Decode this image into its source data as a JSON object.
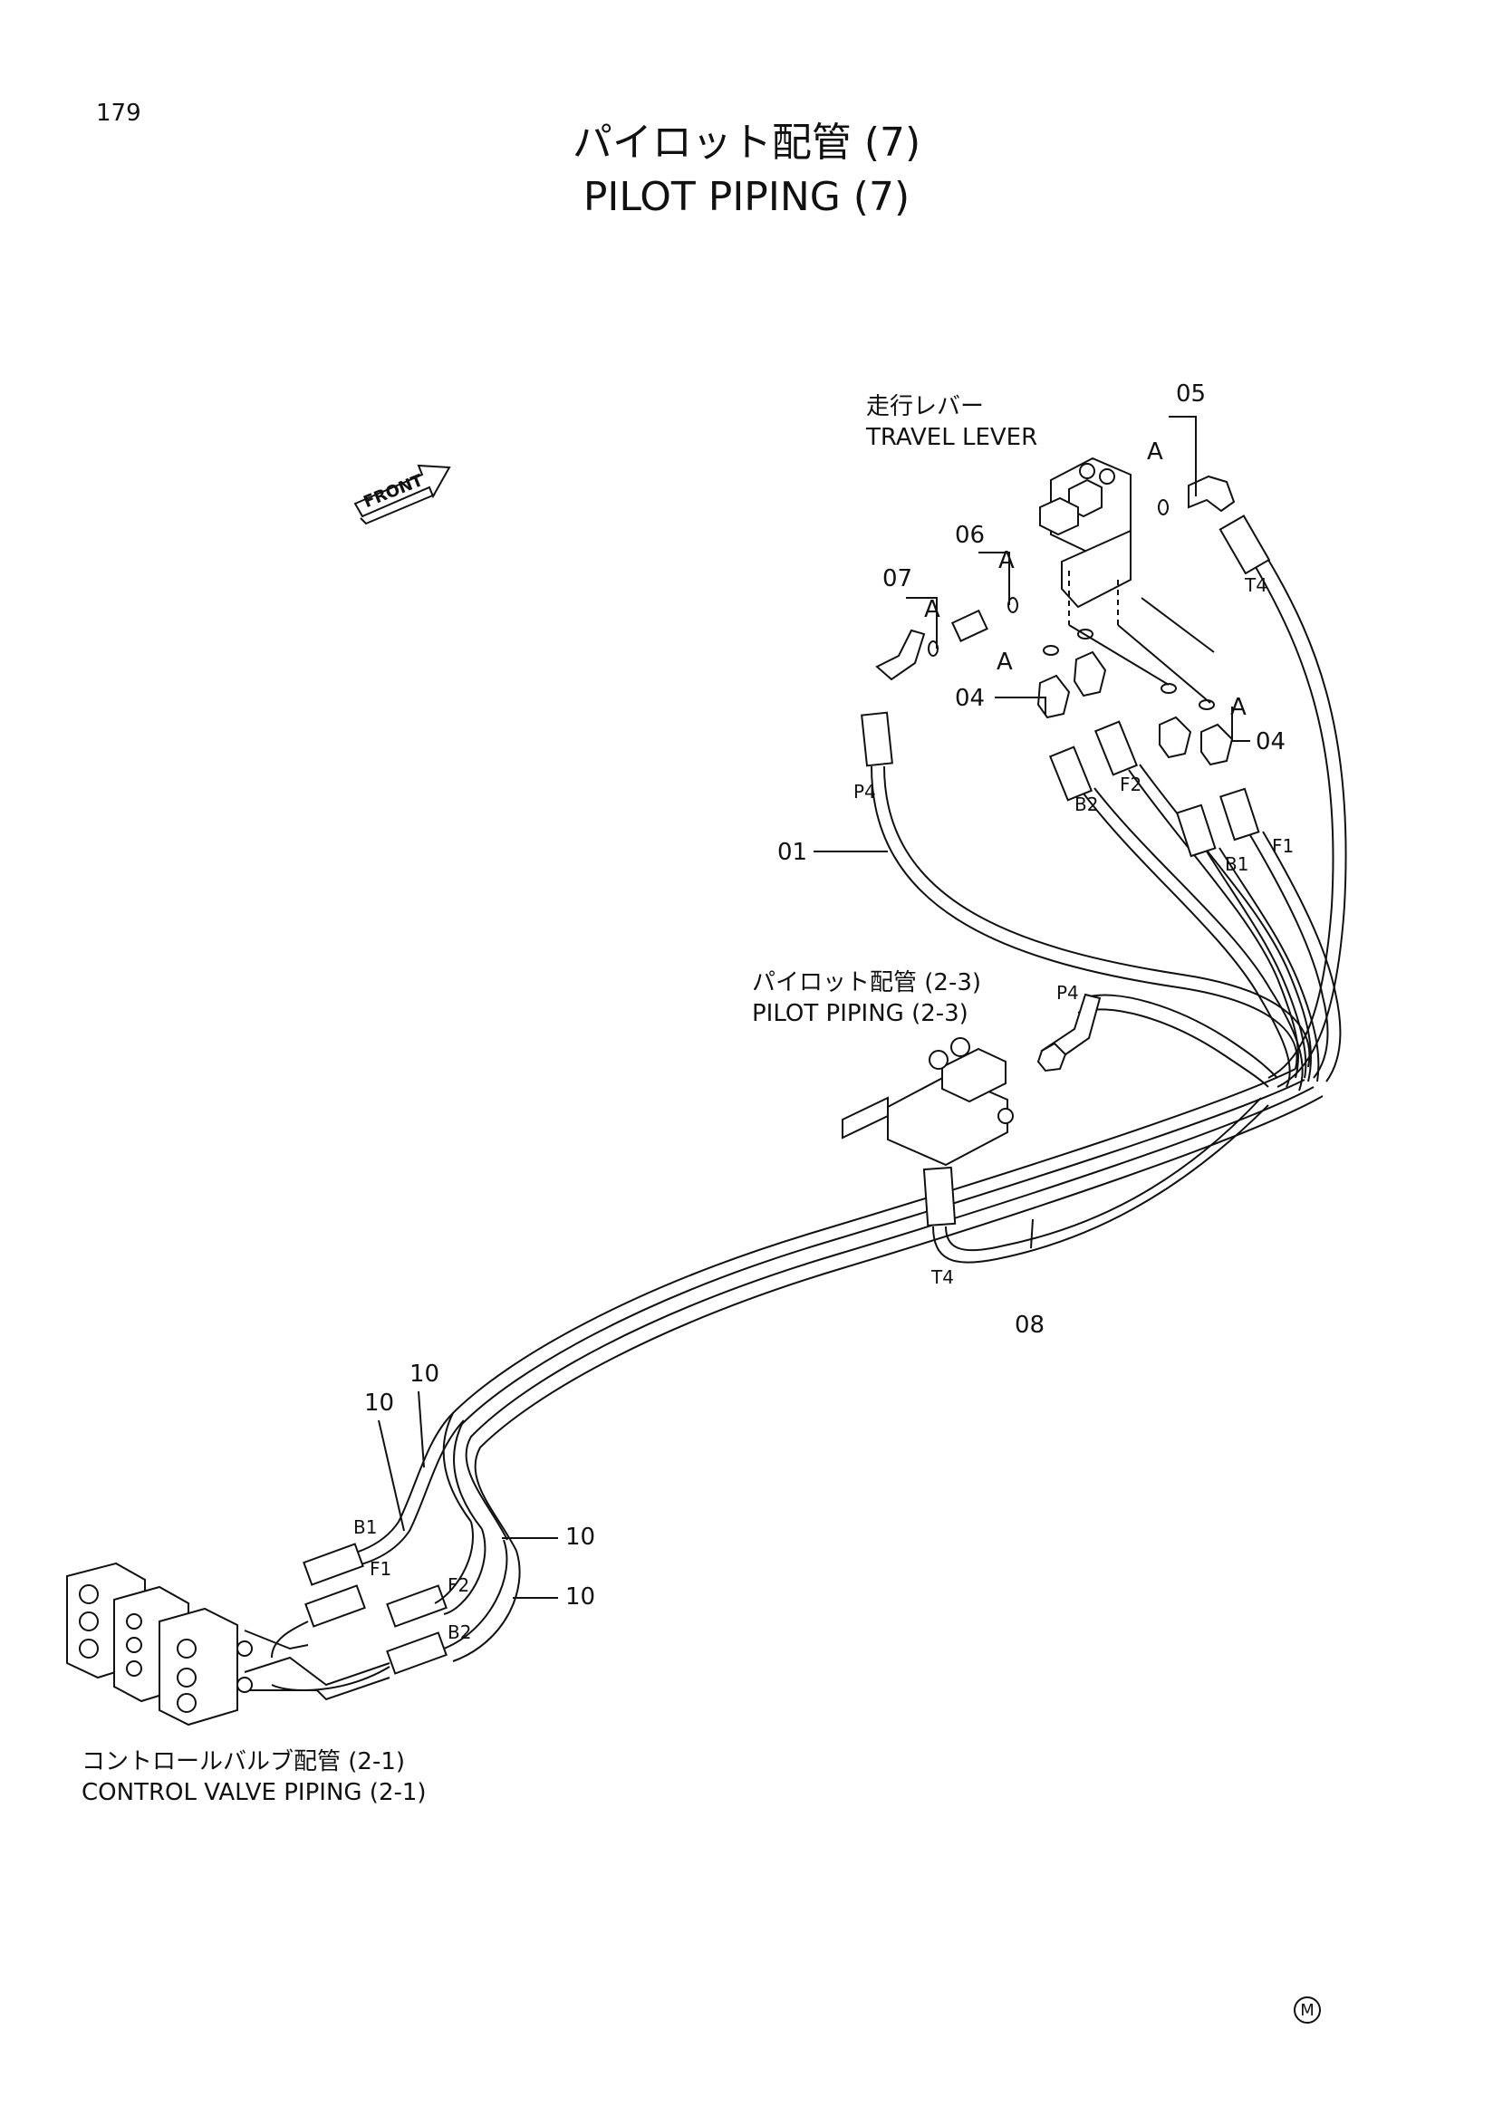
{
  "page_number": "179",
  "title": {
    "ja": "パイロット配管 (7)",
    "en": "PILOT PIPING (7)"
  },
  "front_arrow": "FRONT",
  "travel_lever": {
    "ja": "走行レバー",
    "en": "TRAVEL LEVER"
  },
  "pilot_piping_ref": {
    "ja": "パイロット配管 (2-3)",
    "en": "PILOT PIPING (2-3)"
  },
  "control_valve_ref": {
    "ja": "コントロールバルブ配管 (2-1)",
    "en": "CONTROL VALVE PIPING (2-1)"
  },
  "part_numbers": {
    "p01": "01",
    "p04a": "04",
    "p04b": "04",
    "p05": "05",
    "p06": "06",
    "p07": "07",
    "p08": "08",
    "p10a": "10",
    "p10b": "10",
    "p10c": "10",
    "p10d": "10"
  },
  "detail_marks": {
    "a1": "A",
    "a2": "A",
    "a3": "A",
    "a4": "A",
    "a5": "A"
  },
  "port_labels": {
    "p4_top": "P4",
    "t4_top": "T4",
    "b2_top": "B2",
    "f2_top": "F2",
    "b1_top": "B1",
    "f1_top": "F1",
    "p4_mid": "P4",
    "t4_mid": "T4",
    "b1_bot": "B1",
    "f1_bot": "F1",
    "f2_bot": "F2",
    "b2_bot": "B2"
  },
  "mark": "M",
  "icons": [
    "front-arrow-icon"
  ]
}
